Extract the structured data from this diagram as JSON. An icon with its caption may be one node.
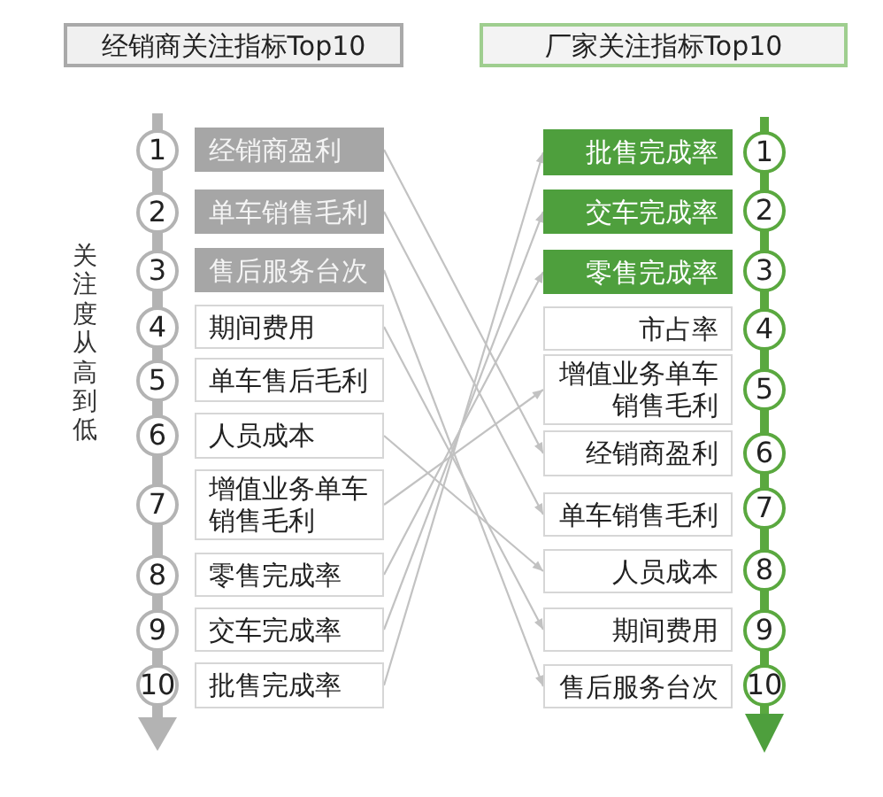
{
  "diagram": {
    "nodes": [
      {
        "text": [
          "经销商关注指标Top10"
        ]
      },
      {
        "text": [
          "厂家关注指标Top10"
        ]
      },
      {
        "text": [
          "1"
        ]
      },
      {
        "text": [
          "经销商盈利"
        ]
      },
      {
        "text": [
          "2"
        ]
      },
      {
        "text": [
          "单车销售毛利"
        ]
      },
      {
        "text": [
          "3"
        ]
      },
      {
        "text": [
          "售后服务台次"
        ]
      },
      {
        "text": [
          "4"
        ]
      },
      {
        "text": [
          "期间费用"
        ]
      },
      {
        "text": [
          "5"
        ]
      },
      {
        "text": [
          "单车售后毛利"
        ]
      },
      {
        "text": [
          "6"
        ]
      },
      {
        "text": [
          "人员成本"
        ]
      },
      {
        "text": [
          "7"
        ]
      },
      {
        "text": [
          "增值业务单车销售毛利"
        ]
      },
      {
        "text": [
          "8"
        ]
      },
      {
        "text": [
          "零售完成率"
        ]
      },
      {
        "text": [
          "9"
        ]
      },
      {
        "text": [
          "交车完成率"
        ]
      },
      {
        "text": [
          "10"
        ]
      },
      {
        "text": [
          "批售完成率"
        ]
      },
      {
        "text": [
          "批售完成率"
        ]
      },
      {
        "text": [
          "1"
        ]
      },
      {
        "text": [
          "交车完成率"
        ]
      },
      {
        "text": [
          "2"
        ]
      },
      {
        "text": [
          "零售完成率"
        ]
      },
      {
        "text": [
          "3"
        ]
      },
      {
        "text": [
          "市占率"
        ]
      },
      {
        "text": [
          "4"
        ]
      },
      {
        "text": [
          "增值业务单车销售毛利"
        ]
      },
      {
        "text": [
          "5"
        ]
      },
      {
        "text": [
          "经销商盈利"
        ]
      },
      {
        "text": [
          "6"
        ]
      },
      {
        "text": [
          "单车销售毛利"
        ]
      },
      {
        "text": [
          "7"
        ]
      },
      {
        "text": [
          "人员成本"
        ]
      },
      {
        "text": [
          "8"
        ]
      },
      {
        "text": [
          "期间费用"
        ]
      },
      {
        "text": [
          "9"
        ]
      },
      {
        "text": [
          "售后服务台次"
        ]
      },
      {
        "text": [
          "10"
        ]
      }
    ],
    "edges": [
      {
        "from": 3,
        "to": 32,
        "arrow": "to"
      },
      {
        "from": 5,
        "to": 34,
        "arrow": "to"
      },
      {
        "from": 7,
        "to": 40,
        "arrow": "to"
      },
      {
        "from": 9,
        "to": 38,
        "arrow": "to"
      },
      {
        "from": 13,
        "to": 36,
        "arrow": "to"
      },
      {
        "from": 15,
        "to": 30,
        "arrow": "to"
      },
      {
        "from": 17,
        "to": 26,
        "arrow": "to"
      },
      {
        "from": 19,
        "to": 24,
        "arrow": "to"
      },
      {
        "from": 21,
        "to": 22,
        "arrow": "to"
      }
    ],
    "labels": [
      "关注度从高到低"
    ]
  }
}
